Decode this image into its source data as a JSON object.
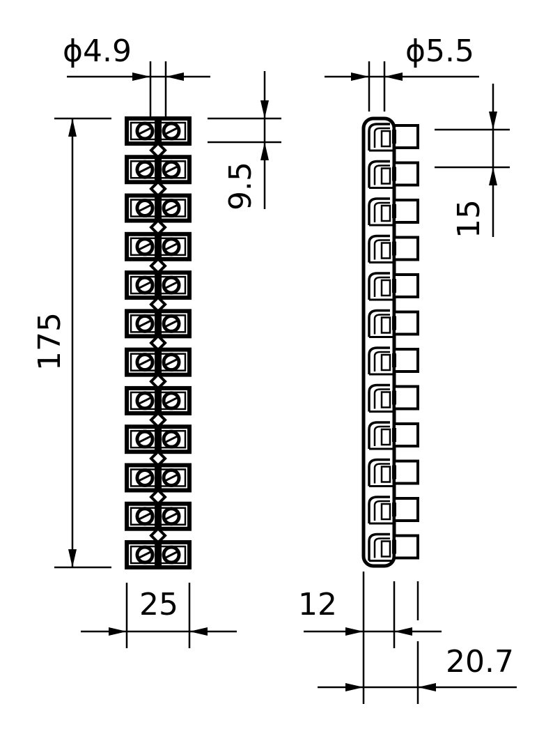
{
  "drawing": {
    "front_view": {
      "terminal_count": 12,
      "dimensions": {
        "hole_diameter": "ϕ4.9",
        "pitch": "9.5",
        "length": "175",
        "width": "25"
      }
    },
    "side_view": {
      "terminal_count": 12,
      "dimensions": {
        "hole_diameter": "ϕ5.5",
        "pitch": "15",
        "depth_body": "12",
        "depth_total": "20.7"
      }
    }
  }
}
